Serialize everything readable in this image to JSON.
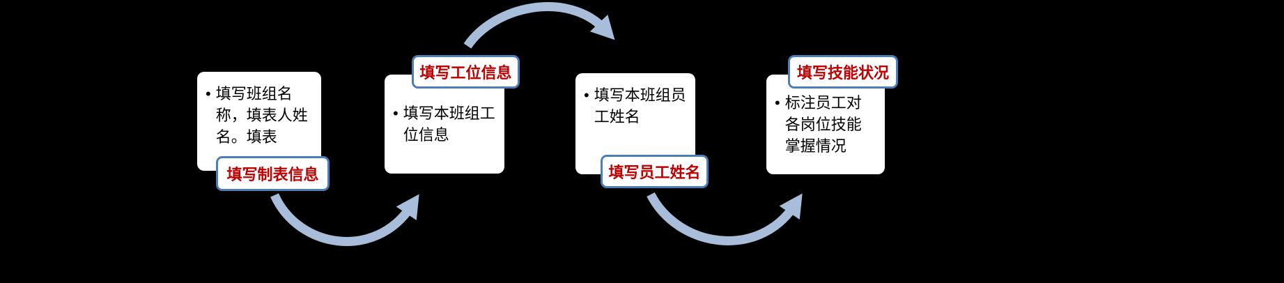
{
  "diagram": {
    "description": "four-step form filling process flow",
    "colors": {
      "background": "#000000",
      "card_background": "#ffffff",
      "card_text": "#000000",
      "callout_text": "#c00000",
      "callout_border": "#4a7ebb",
      "callout_background": "#ffffff",
      "arrow": "#a8bdd9"
    },
    "steps": [
      {
        "bullet": "•",
        "body": "填写班组名称，填表人姓名。填表",
        "label": "填写制表信息",
        "label_position": "bottom"
      },
      {
        "bullet": "•",
        "body": "填写本班组工位信息",
        "label": "填写工位信息",
        "label_position": "top"
      },
      {
        "bullet": "•",
        "body": "填写本班组员工姓名",
        "label": "填写员工姓名",
        "label_position": "bottom"
      },
      {
        "bullet": "•",
        "body": "标注员工对各岗位技能掌握情况",
        "label": "填写技能状况",
        "label_position": "top"
      }
    ]
  }
}
